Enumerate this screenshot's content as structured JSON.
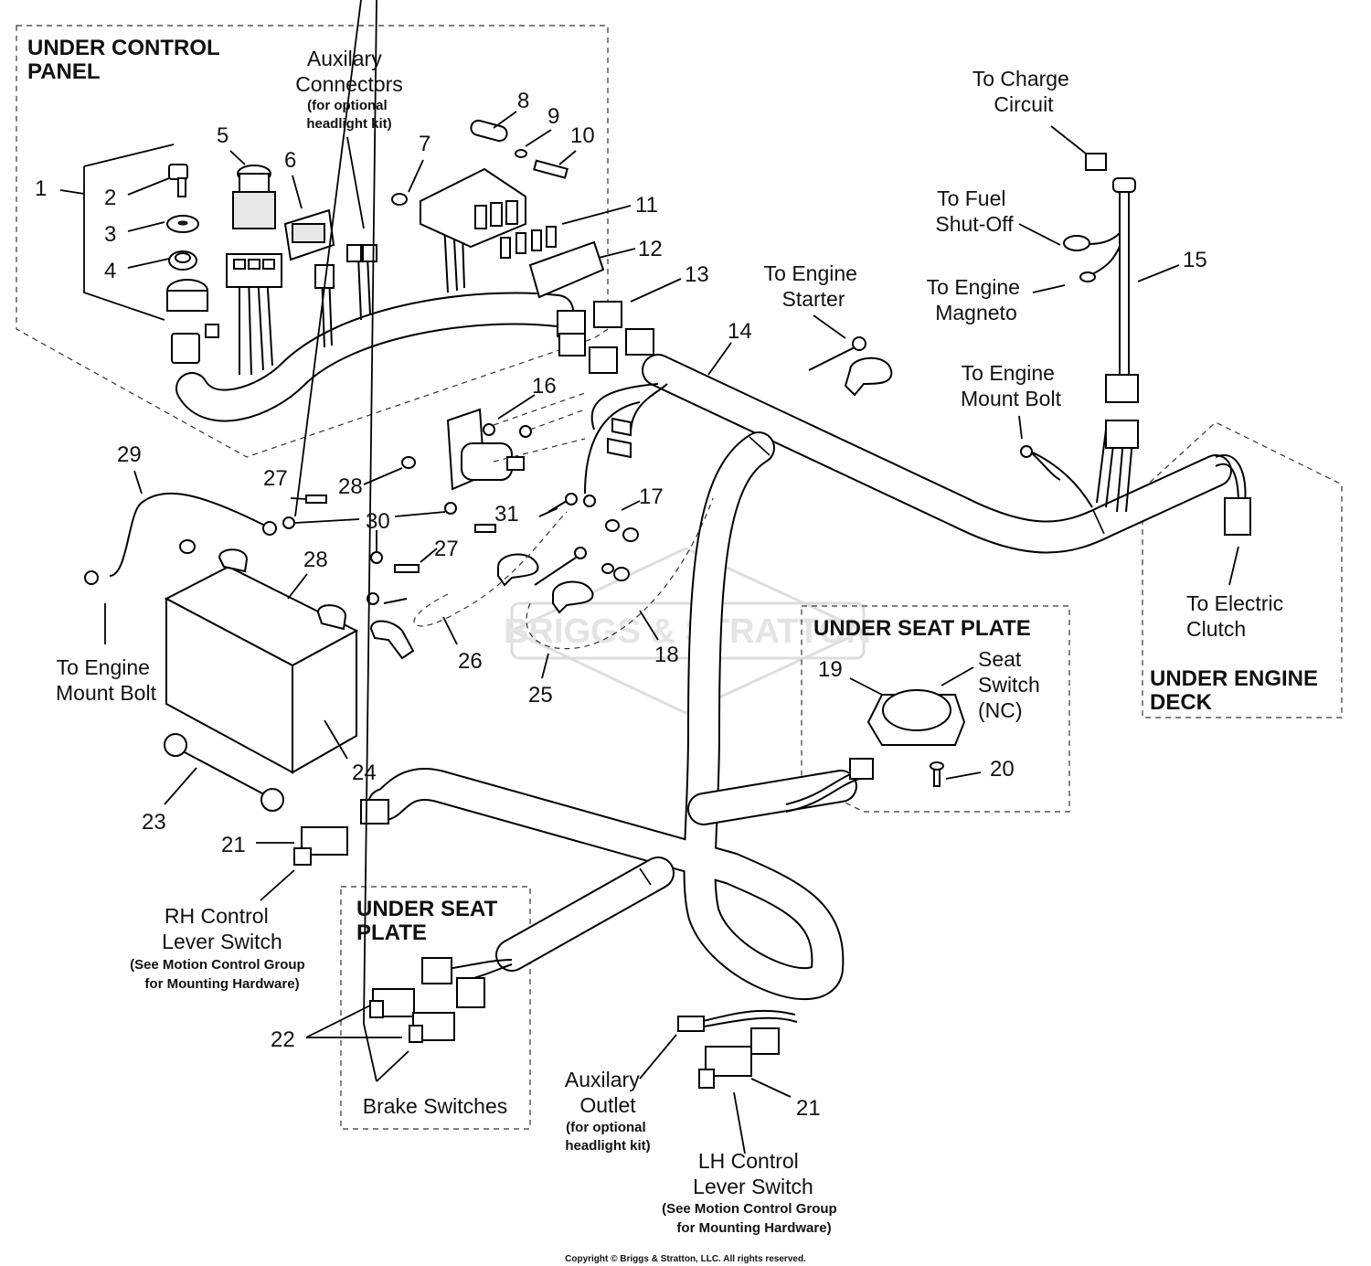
{
  "regions": {
    "under_control_panel": "UNDER CONTROL\nPANEL",
    "under_seat_plate_right": "UNDER SEAT PLATE",
    "under_seat_plate_left": "UNDER SEAT\nPLATE",
    "under_engine_deck": "UNDER ENGINE\nDECK"
  },
  "callouts": {
    "auxiliary_connectors": "Auxilary\nConnectors",
    "auxiliary_connectors_note": "(for optional\nheadlight kit)",
    "to_charge_circuit": "To Charge\nCircuit",
    "to_fuel_shutoff": "To Fuel\nShut-Off",
    "to_engine_magneto": "To Engine\nMagneto",
    "to_engine_starter": "To Engine\nStarter",
    "to_engine_mount_bolt_right": "To Engine\nMount Bolt",
    "to_engine_mount_bolt_left": "To Engine\nMount Bolt",
    "to_electric_clutch": "To Electric\nClutch",
    "seat_switch": "Seat\nSwitch\n(NC)",
    "rh_control_lever_switch": "RH Control\nLever Switch",
    "rh_note": "(See Motion Control Group\nfor Mounting Hardware)",
    "brake_switches": "Brake Switches",
    "auxiliary_outlet": "Auxilary\nOutlet",
    "auxiliary_outlet_note": "(for optional\nheadlight kit)",
    "lh_control_lever_switch": "LH Control\nLever Switch",
    "lh_note": "(See Motion Control Group\nfor Mounting Hardware)"
  },
  "part_numbers": {
    "n1": "1",
    "n2": "2",
    "n3": "3",
    "n4": "4",
    "n5": "5",
    "n6": "6",
    "n7": "7",
    "n8": "8",
    "n9": "9",
    "n10": "10",
    "n11": "11",
    "n12": "12",
    "n13": "13",
    "n14": "14",
    "n15": "15",
    "n16": "16",
    "n17": "17",
    "n18": "18",
    "n19": "19",
    "n20": "20",
    "n21a": "21",
    "n21b": "21",
    "n22": "22",
    "n23": "23",
    "n24": "24",
    "n25": "25",
    "n26": "26",
    "n27a": "27",
    "n27b": "27",
    "n28a": "28",
    "n28b": "28",
    "n29": "29",
    "n30": "30",
    "n31": "31"
  },
  "watermark": "BRIGGS & STRATTON",
  "copyright": "Copyright © Briggs & Stratton, LLC. All rights reserved."
}
